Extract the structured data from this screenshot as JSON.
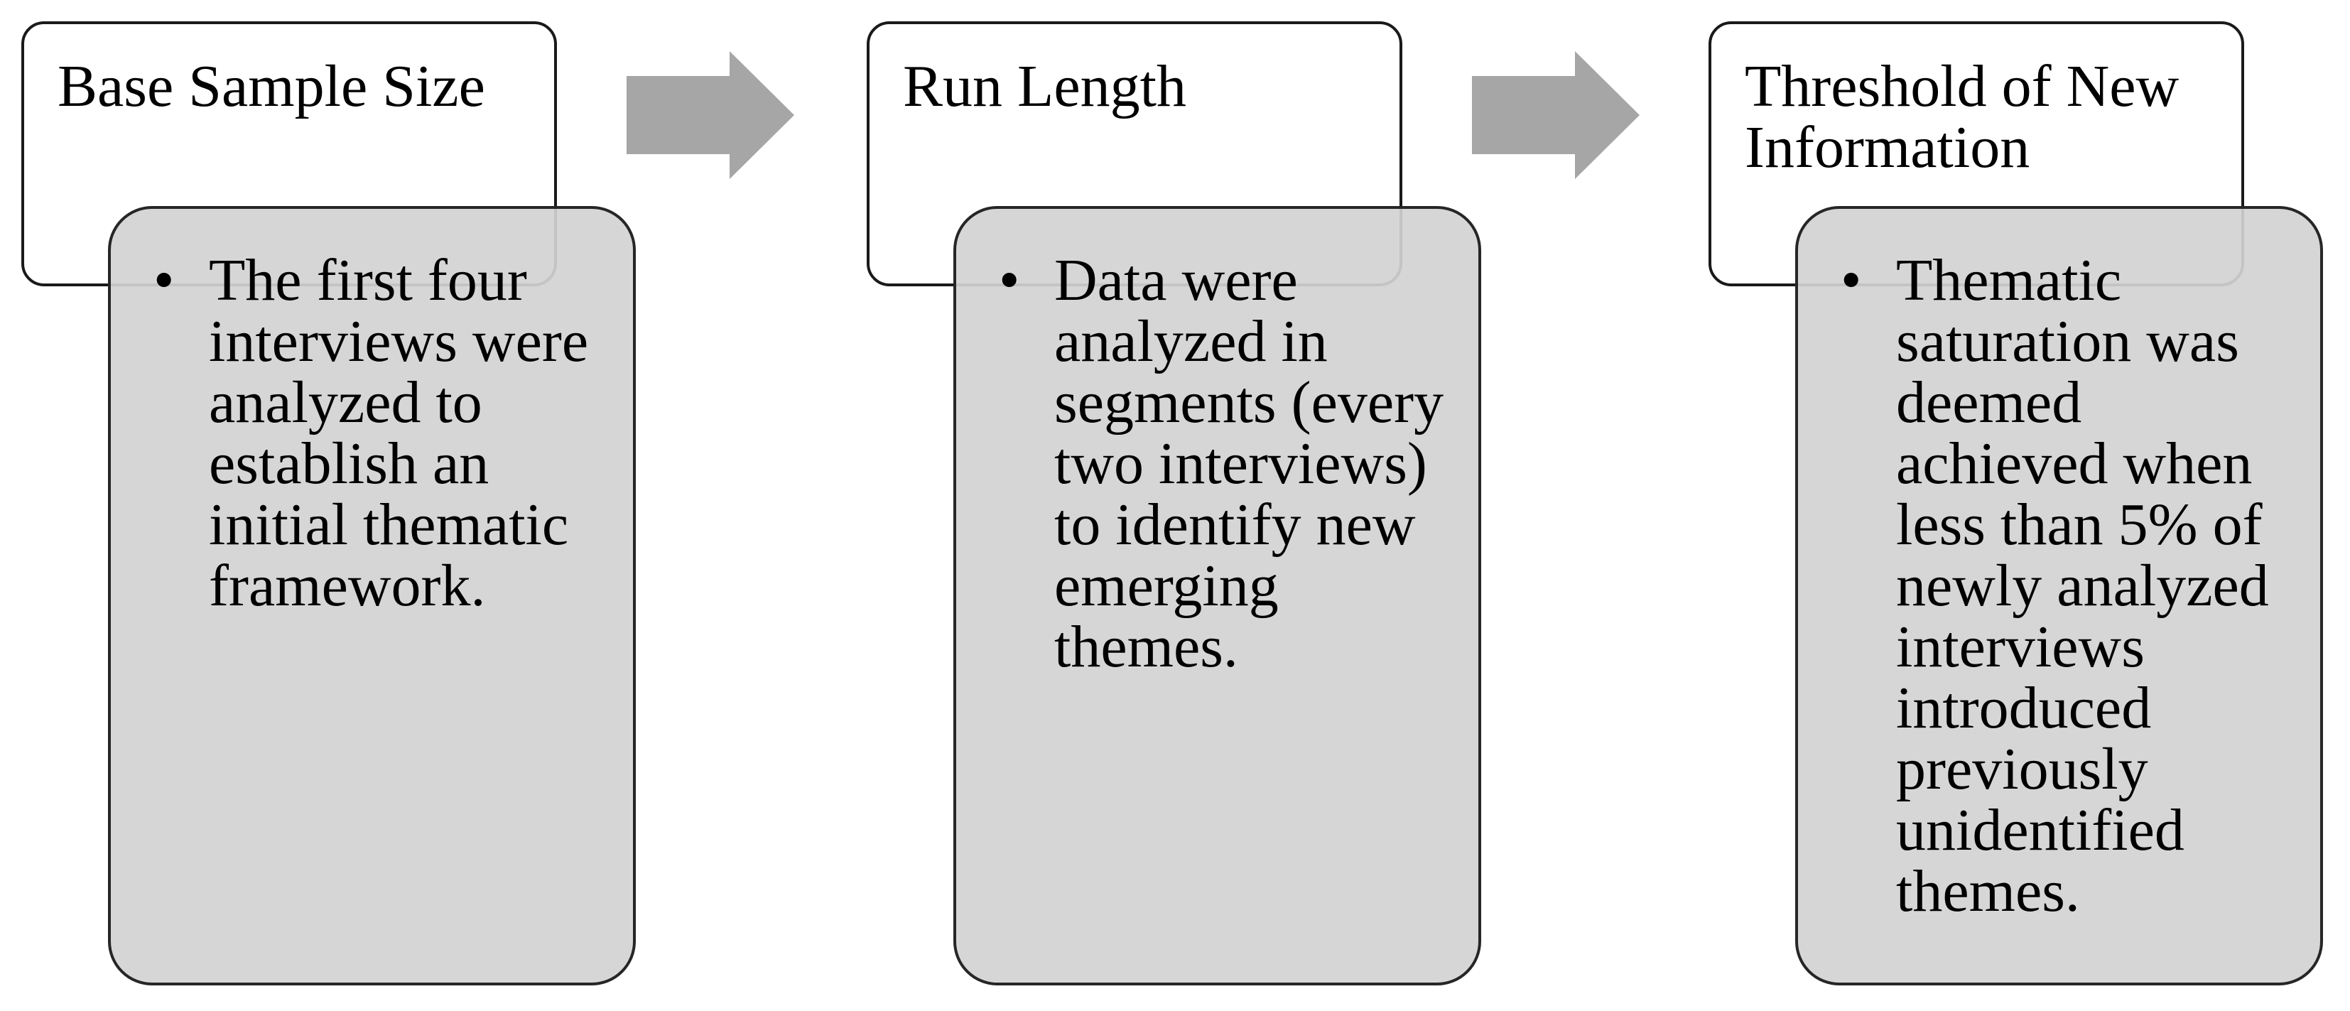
{
  "figure": {
    "description_label": "saturation assessment flow",
    "bullet_glyph": "•"
  },
  "colors": {
    "background": "#ffffff",
    "title_box_fill": "#ffffff",
    "panel_fill": "#d6d6d6",
    "box_border": "#1a1a1a",
    "panel_border": "#262626",
    "arrow": "#a6a6a6",
    "text": "#000000"
  },
  "steps": [
    {
      "title": "Base Sample Size",
      "bullet": "•",
      "body": "The first four\ninterviews were\nanalyzed to\nestablish an\ninitial thematic\nframework."
    },
    {
      "title": "Run Length",
      "bullet": "•",
      "body": "Data were\nanalyzed in\nsegments (every\ntwo interviews)\nto identify new\nemerging\nthemes."
    },
    {
      "title": "Threshold of New\nInformation",
      "bullet": "•",
      "body": "Thematic\nsaturation was\ndeemed\nachieved when\nless than 5% of\nnewly analyzed\ninterviews\nintroduced\npreviously\nunidentified\nthemes."
    }
  ],
  "arrows": [
    {
      "direction": "right"
    },
    {
      "direction": "right"
    }
  ]
}
